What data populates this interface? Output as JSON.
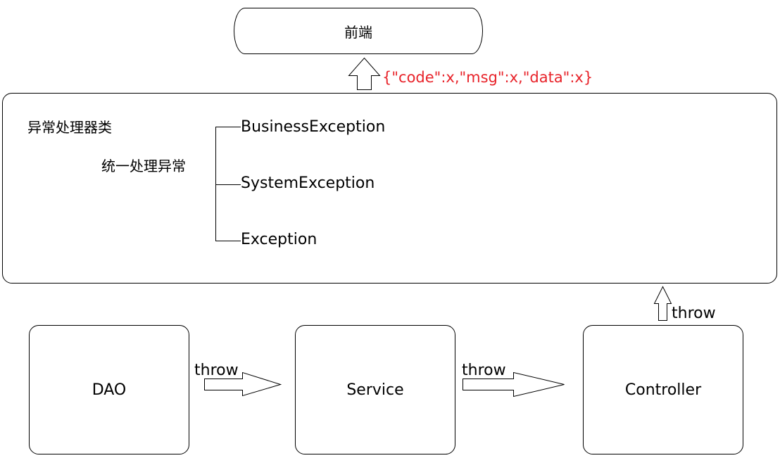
{
  "frontend": {
    "label": "前端"
  },
  "response_format": {
    "text": "{\"code\":x,\"msg\":x,\"data\":x}",
    "color": "#e8232a"
  },
  "handler": {
    "title": "异常处理器类",
    "subtitle": "统一处理异常",
    "exceptions": [
      "BusinessException",
      "SystemException",
      "Exception"
    ]
  },
  "layers": {
    "dao": "DAO",
    "service": "Service",
    "controller": "Controller"
  },
  "flows": {
    "dao_to_service": "throw",
    "service_to_controller": "throw",
    "controller_to_handler": "throw"
  }
}
